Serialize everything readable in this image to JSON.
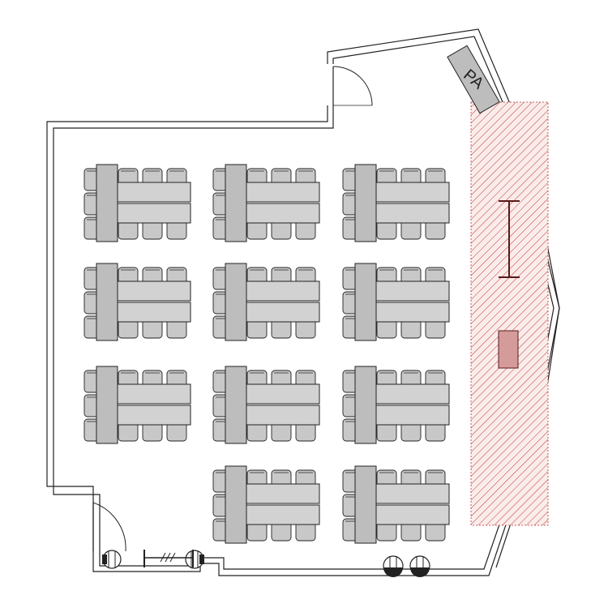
{
  "plan": {
    "pa_label": "PA",
    "stage_color": "#c0392b",
    "table_fill": "#d2d2d2",
    "chair_fill": "#c8c8c8",
    "wall_color": "#222222",
    "table_groups": [
      {
        "row": 1,
        "column": 1
      },
      {
        "row": 1,
        "column": 2
      },
      {
        "row": 1,
        "column": 3
      },
      {
        "row": 2,
        "column": 1
      },
      {
        "row": 2,
        "column": 2
      },
      {
        "row": 2,
        "column": 3
      },
      {
        "row": 3,
        "column": 1
      },
      {
        "row": 3,
        "column": 2
      },
      {
        "row": 3,
        "column": 3
      },
      {
        "row": 4,
        "column": 2
      },
      {
        "row": 4,
        "column": 3
      }
    ]
  }
}
